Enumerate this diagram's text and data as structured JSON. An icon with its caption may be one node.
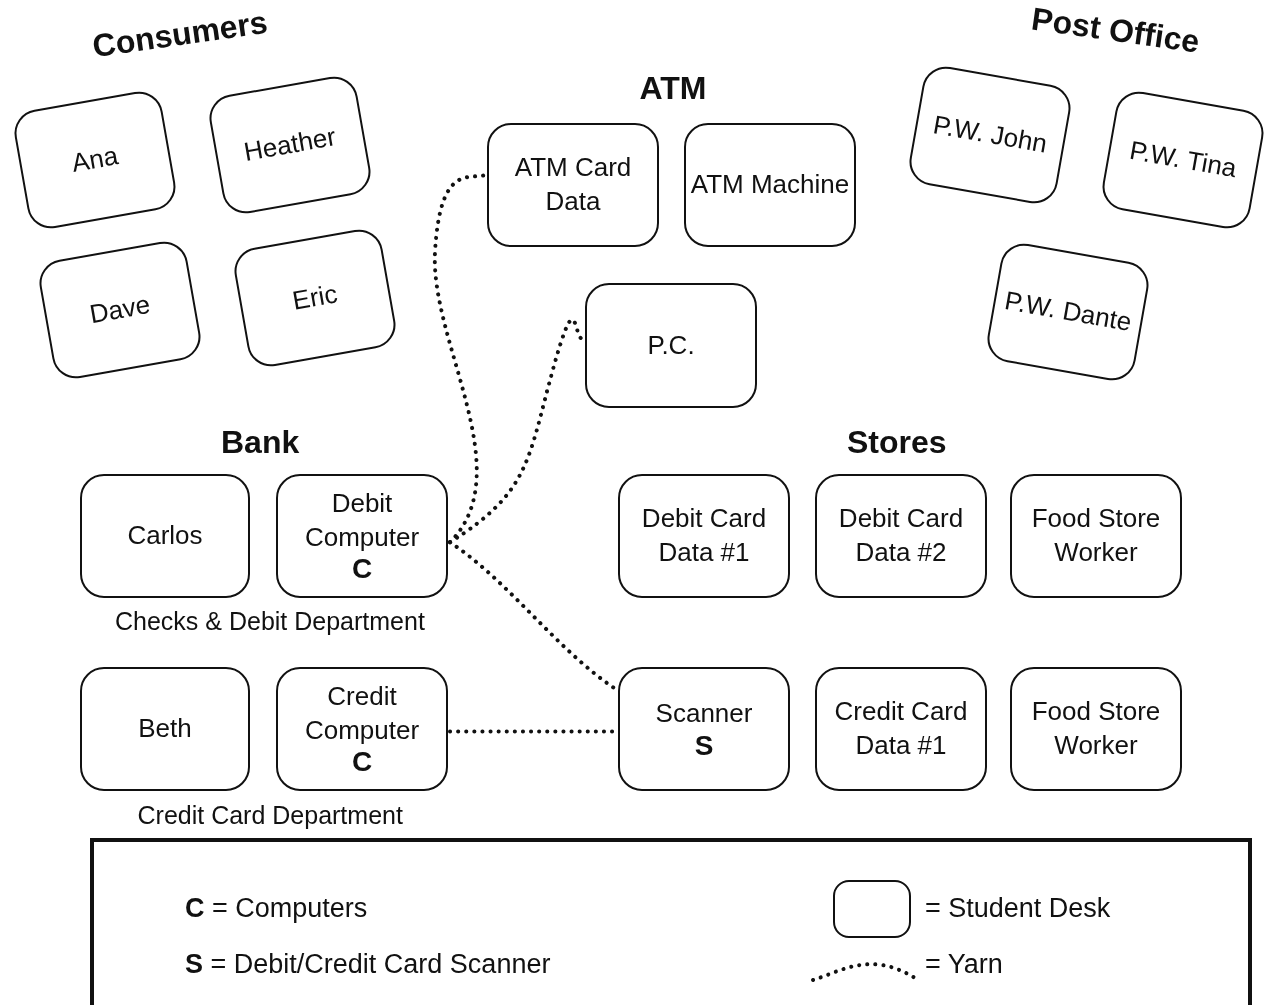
{
  "diagram": {
    "nodes": [
      {
        "text": [
          "Ana"
        ]
      },
      {
        "text": [
          "Heather"
        ]
      },
      {
        "text": [
          "Dave"
        ]
      },
      {
        "text": [
          "Eric"
        ]
      },
      {
        "text": [
          "ATM Card Data"
        ]
      },
      {
        "text": [
          "ATM Machine"
        ]
      },
      {
        "text": [
          "P.W. John"
        ]
      },
      {
        "text": [
          "P.W. Tina"
        ]
      },
      {
        "text": [
          "P.W. Dante"
        ]
      },
      {
        "text": [
          "P.C."
        ]
      },
      {
        "text": [
          "Carlos"
        ]
      },
      {
        "text": [
          "Debit Computer",
          "C"
        ]
      },
      {
        "text": [
          "Debit Card Data #1"
        ]
      },
      {
        "text": [
          "Debit Card Data #2"
        ]
      },
      {
        "text": [
          "Food Store Worker"
        ]
      },
      {
        "text": [
          "Beth"
        ]
      },
      {
        "text": [
          "Credit Computer",
          "C"
        ]
      },
      {
        "text": [
          "Scanner",
          "S"
        ]
      },
      {
        "text": [
          "Credit Card Data #1"
        ]
      },
      {
        "text": [
          "Food Store Worker"
        ]
      }
    ],
    "edges": [
      {
        "from": 11,
        "to": 4,
        "arrow": "none"
      },
      {
        "from": 11,
        "to": 9,
        "arrow": "none"
      },
      {
        "from": 11,
        "to": 17,
        "arrow": "none"
      },
      {
        "from": 16,
        "to": 17,
        "arrow": "none"
      }
    ],
    "labels": [
      "Consumers",
      "ATM",
      "Post Office",
      "Bank",
      "Stores",
      "Checks & Debit Department",
      "Credit Card Department"
    ],
    "legend": [
      {
        "text": "**C** = Computers"
      },
      {
        "text": "= Student Desk"
      },
      {
        "text": "**S** = Debit/Credit Card Scanner"
      },
      {
        "text": "= Yarn"
      }
    ]
  }
}
